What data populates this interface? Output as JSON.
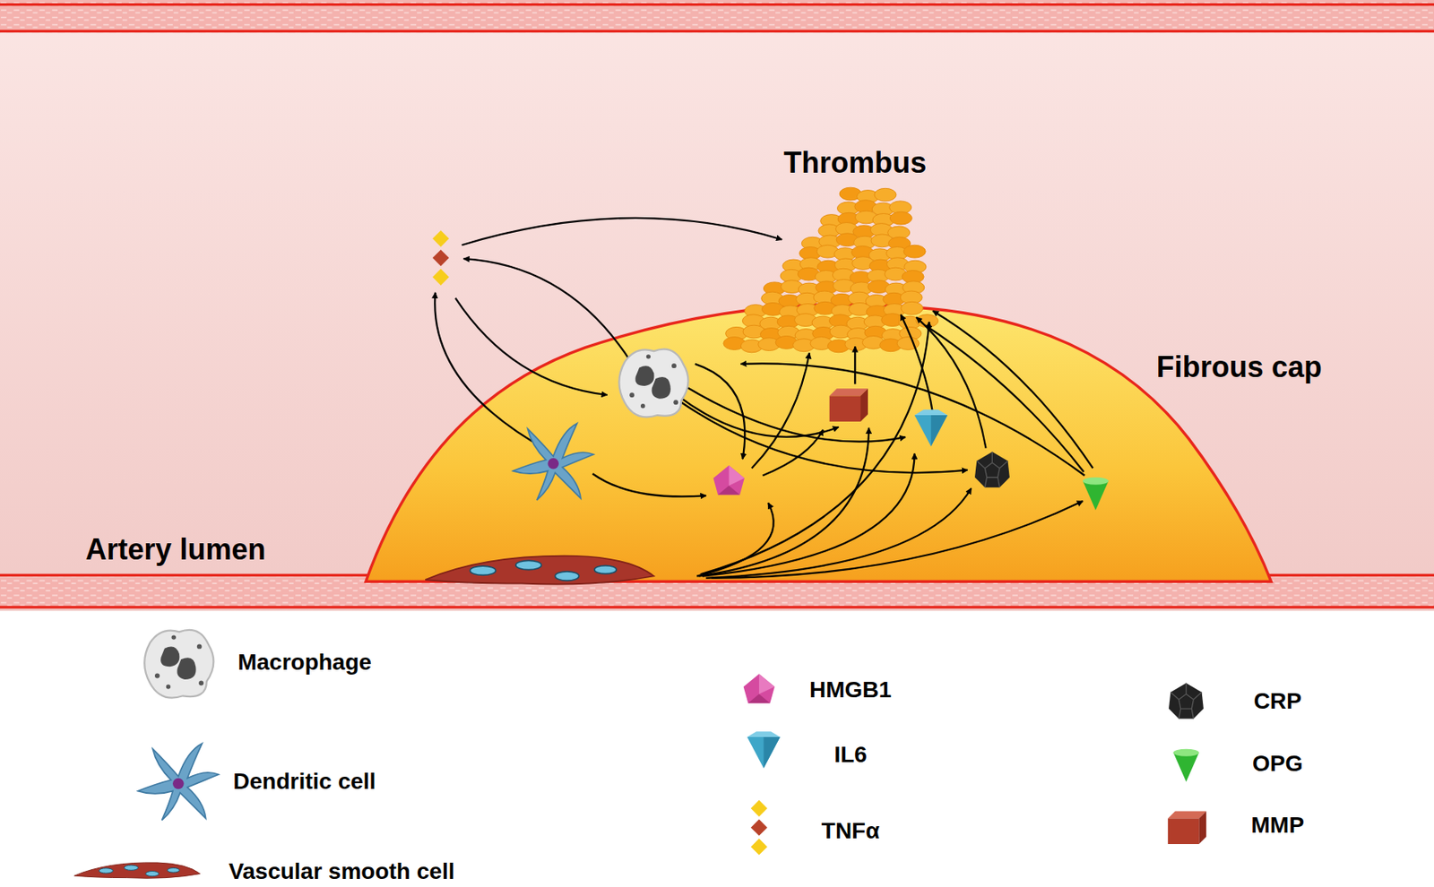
{
  "diagram": {
    "labels": [
      "Thrombus",
      "Fibrous cap",
      "Artery lumen"
    ],
    "legend": [
      {
        "text": "Macrophage"
      },
      {
        "text": "Dendritic cell"
      },
      {
        "text": "Vascular smooth cell"
      },
      {
        "text": "HMGB1"
      },
      {
        "text": "IL6"
      },
      {
        "text": "TNFα"
      },
      {
        "text": "CRP"
      },
      {
        "text": "OPG"
      },
      {
        "text": "MMP"
      }
    ]
  }
}
